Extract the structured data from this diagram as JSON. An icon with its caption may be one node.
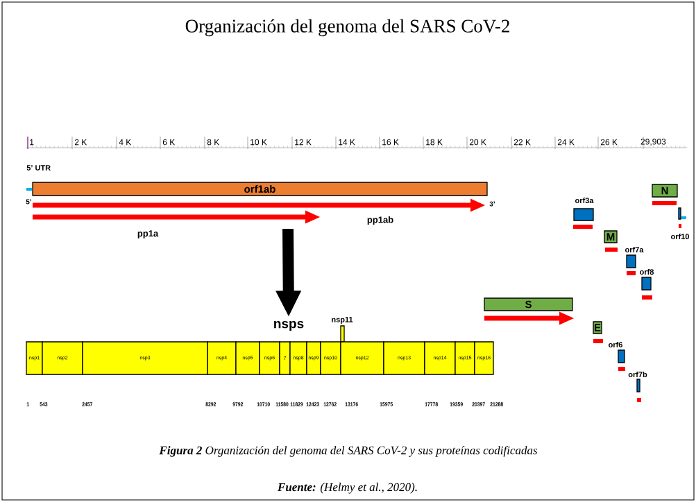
{
  "diagram": {
    "title": "Organización del genoma del SARS CoV-2",
    "caption": "**Figura 2** Organización del genoma del SARS CoV-2 y sus proteínas codificadas",
    "nodes": [
      {
        "text": [
          "orf1ab"
        ]
      },
      {
        "text": [
          "orf3a"
        ]
      },
      {
        "text": [
          "N"
        ]
      },
      {
        "text": [
          "orf10"
        ]
      },
      {
        "text": [
          "M"
        ]
      },
      {
        "text": [
          "orf7a"
        ]
      },
      {
        "text": [
          "orf8"
        ]
      },
      {
        "text": [
          "S"
        ]
      },
      {
        "text": [
          "E"
        ]
      },
      {
        "text": [
          "orf6"
        ]
      },
      {
        "text": [
          "orf7b"
        ]
      },
      {
        "text": [
          "nsps"
        ]
      },
      {
        "text": [
          "nsp11"
        ]
      },
      {
        "text": [
          "nsp1"
        ]
      },
      {
        "text": [
          "nsp2"
        ]
      },
      {
        "text": [
          "nsp3"
        ]
      },
      {
        "text": [
          "nsp4"
        ]
      },
      {
        "text": [
          "nsp5"
        ]
      },
      {
        "text": [
          "nsp6"
        ]
      },
      {
        "text": [
          "7"
        ]
      },
      {
        "text": [
          "nsp8"
        ]
      },
      {
        "text": [
          "nsp9"
        ]
      },
      {
        "text": [
          "nsp10"
        ]
      },
      {
        "text": [
          "nsp12"
        ]
      },
      {
        "text": [
          "nsp13"
        ]
      },
      {
        "text": [
          "nsp14"
        ]
      },
      {
        "text": [
          "nsp15"
        ]
      },
      {
        "text": [
          "nsp16"
        ]
      }
    ],
    "edges": [
      {
        "from": null,
        "to": 11,
        "arrow": "to"
      }
    ],
    "labels": [
      "1",
      "2 K",
      "4 K",
      "6 K",
      "8 K",
      "10 K",
      "12 K",
      "14 K",
      "16 K",
      "18 K",
      "20 K",
      "22 K",
      "24 K",
      "26 K",
      "29,903",
      "5’ UTR",
      "5’",
      "3’",
      "pp1a",
      "pp1ab",
      "1",
      "543",
      "2457",
      "8292",
      "9792",
      "10710",
      "11580",
      "11829",
      "12423",
      "12762",
      "13176",
      "15975",
      "17778",
      "19359",
      "20397",
      "21288",
      "**Fuente:** (Helmy et al., 2020)."
    ]
  }
}
